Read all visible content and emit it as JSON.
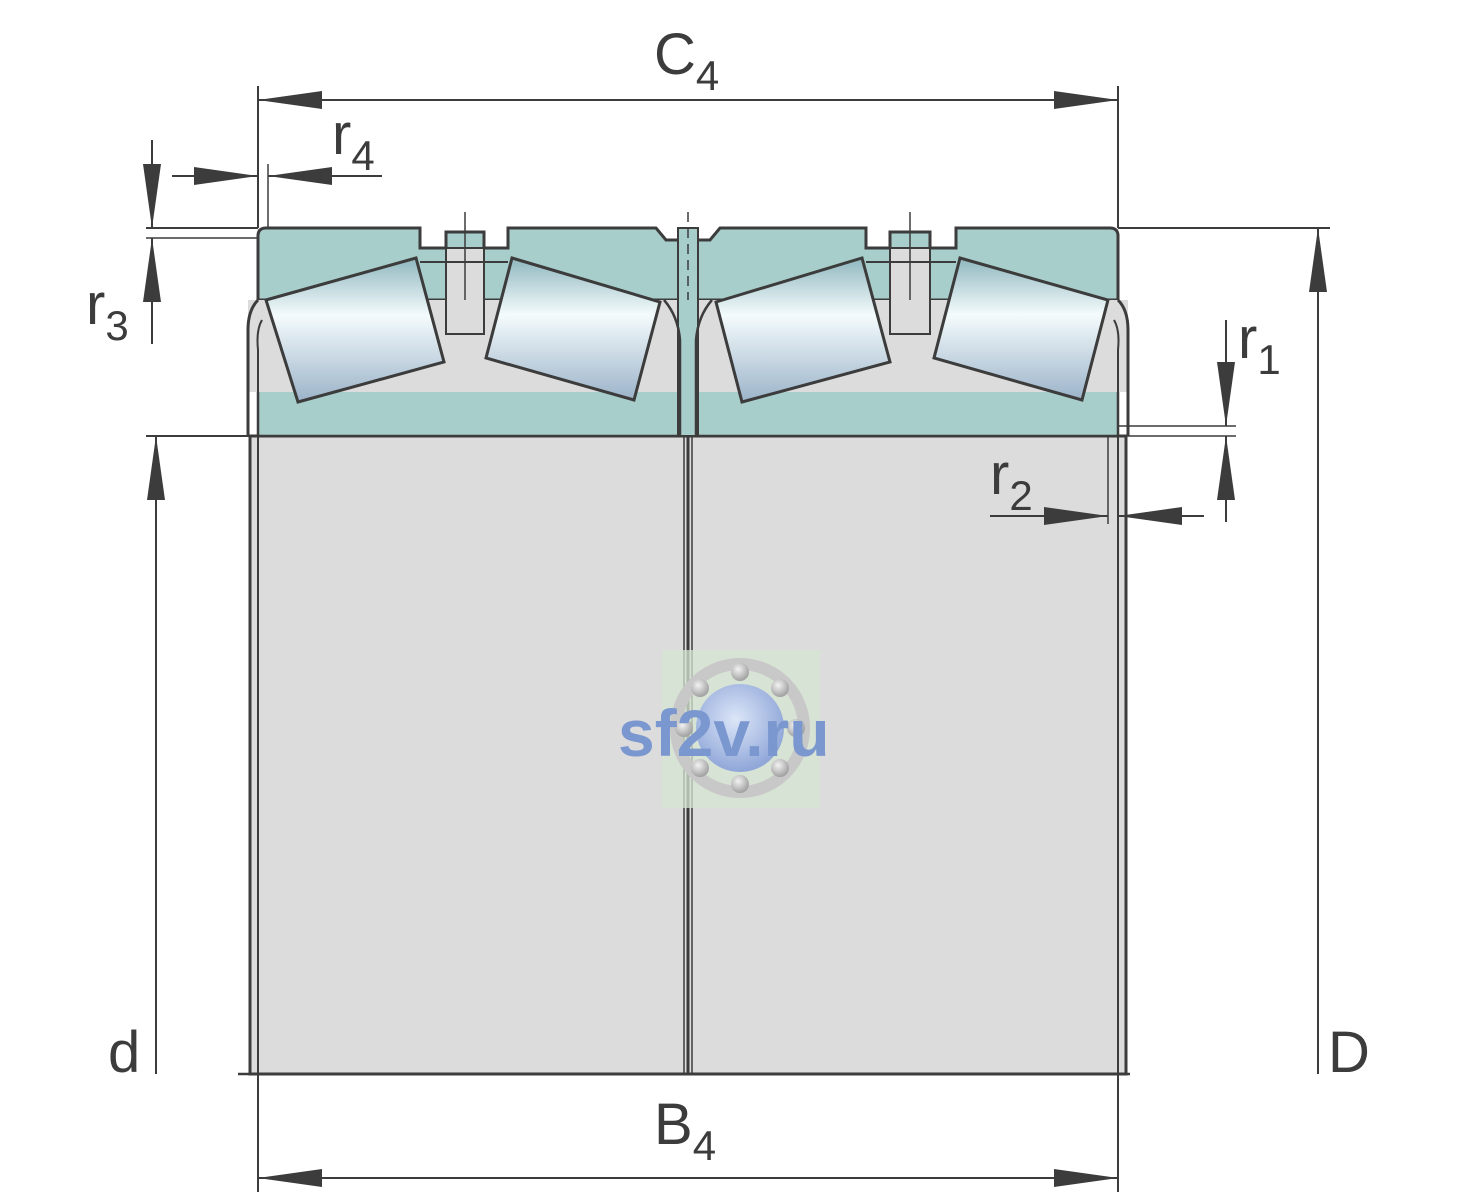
{
  "labels": {
    "c4": {
      "main": "C",
      "sub": "4"
    },
    "b4": {
      "main": "B",
      "sub": "4"
    },
    "r1": {
      "main": "r",
      "sub": "1"
    },
    "r2": {
      "main": "r",
      "sub": "2"
    },
    "r3": {
      "main": "r",
      "sub": "3"
    },
    "r4": {
      "main": "r",
      "sub": "4"
    },
    "d": "d",
    "D": "D"
  },
  "watermark": "sf2v.ru",
  "colors": {
    "outer_ring": "#a8cecb",
    "inner_ring": "#dcdcdc",
    "roller_body": "#bcd8dc",
    "line": "#3c3c3c",
    "watermark_text": "#7b97cf",
    "watermark_bg": "#d6e6d2"
  }
}
